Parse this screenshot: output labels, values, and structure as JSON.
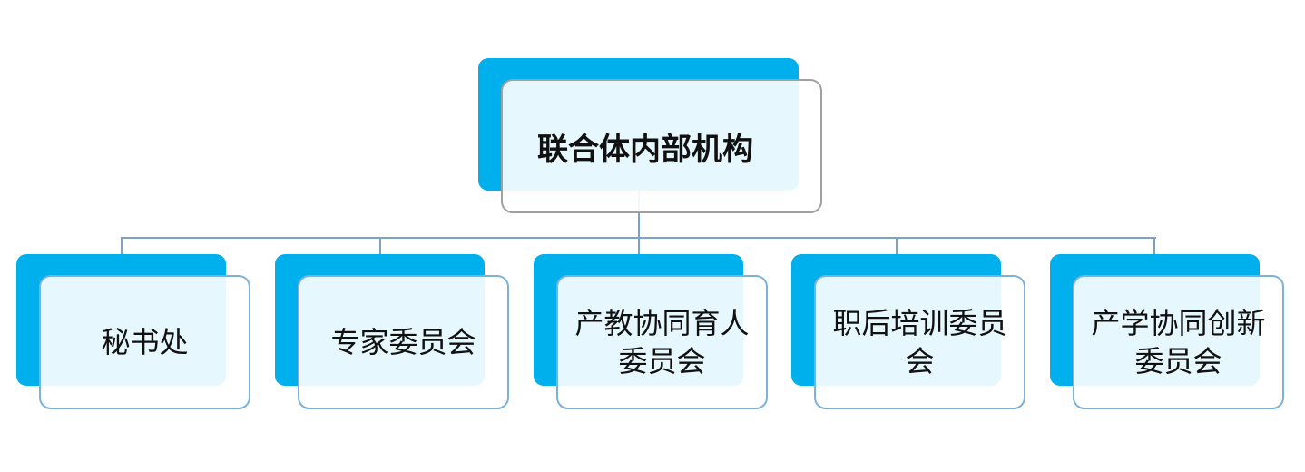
{
  "root": {
    "label": "联合体内部机构"
  },
  "children": [
    {
      "label": "秘书处"
    },
    {
      "label": "专家委员会"
    },
    {
      "label": "产教协同育人委员会"
    },
    {
      "label": "职后培训委员会"
    },
    {
      "label": "产学协同创新委员会"
    }
  ],
  "colors": {
    "accent": "#00b0ec",
    "connector": "#7ba3c8"
  }
}
